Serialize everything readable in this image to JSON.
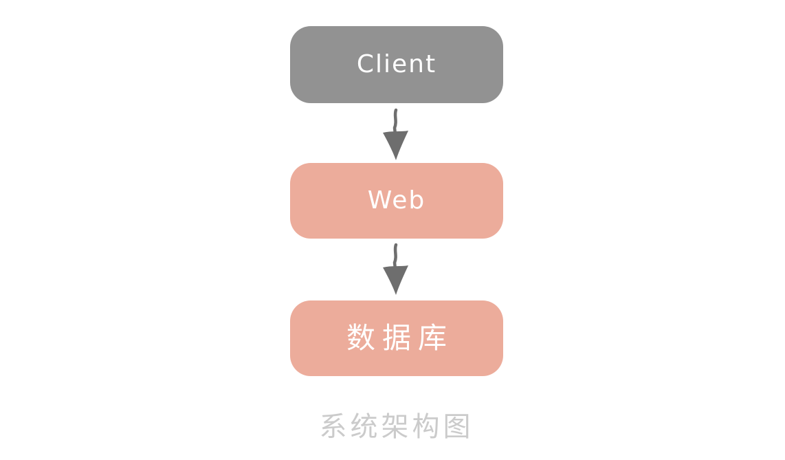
{
  "diagram": {
    "caption": "系统架构图",
    "nodes": [
      {
        "id": "client",
        "label": "Client",
        "fill": "#929292",
        "text_color": "#ffffff"
      },
      {
        "id": "web",
        "label": "Web",
        "fill": "#ECAC9B",
        "text_color": "#ffffff"
      },
      {
        "id": "database",
        "label": "数据库",
        "fill": "#ECAC9B",
        "text_color": "#ffffff"
      }
    ],
    "edges": [
      {
        "from": "client",
        "to": "web",
        "direction": "down"
      },
      {
        "from": "web",
        "to": "database",
        "direction": "down"
      }
    ],
    "colors": {
      "node_gray": "#929292",
      "node_salmon": "#ECAC9B",
      "arrow": "#6E6E6E",
      "caption": "#CBCBCB",
      "background": "#FFFFFF"
    }
  }
}
